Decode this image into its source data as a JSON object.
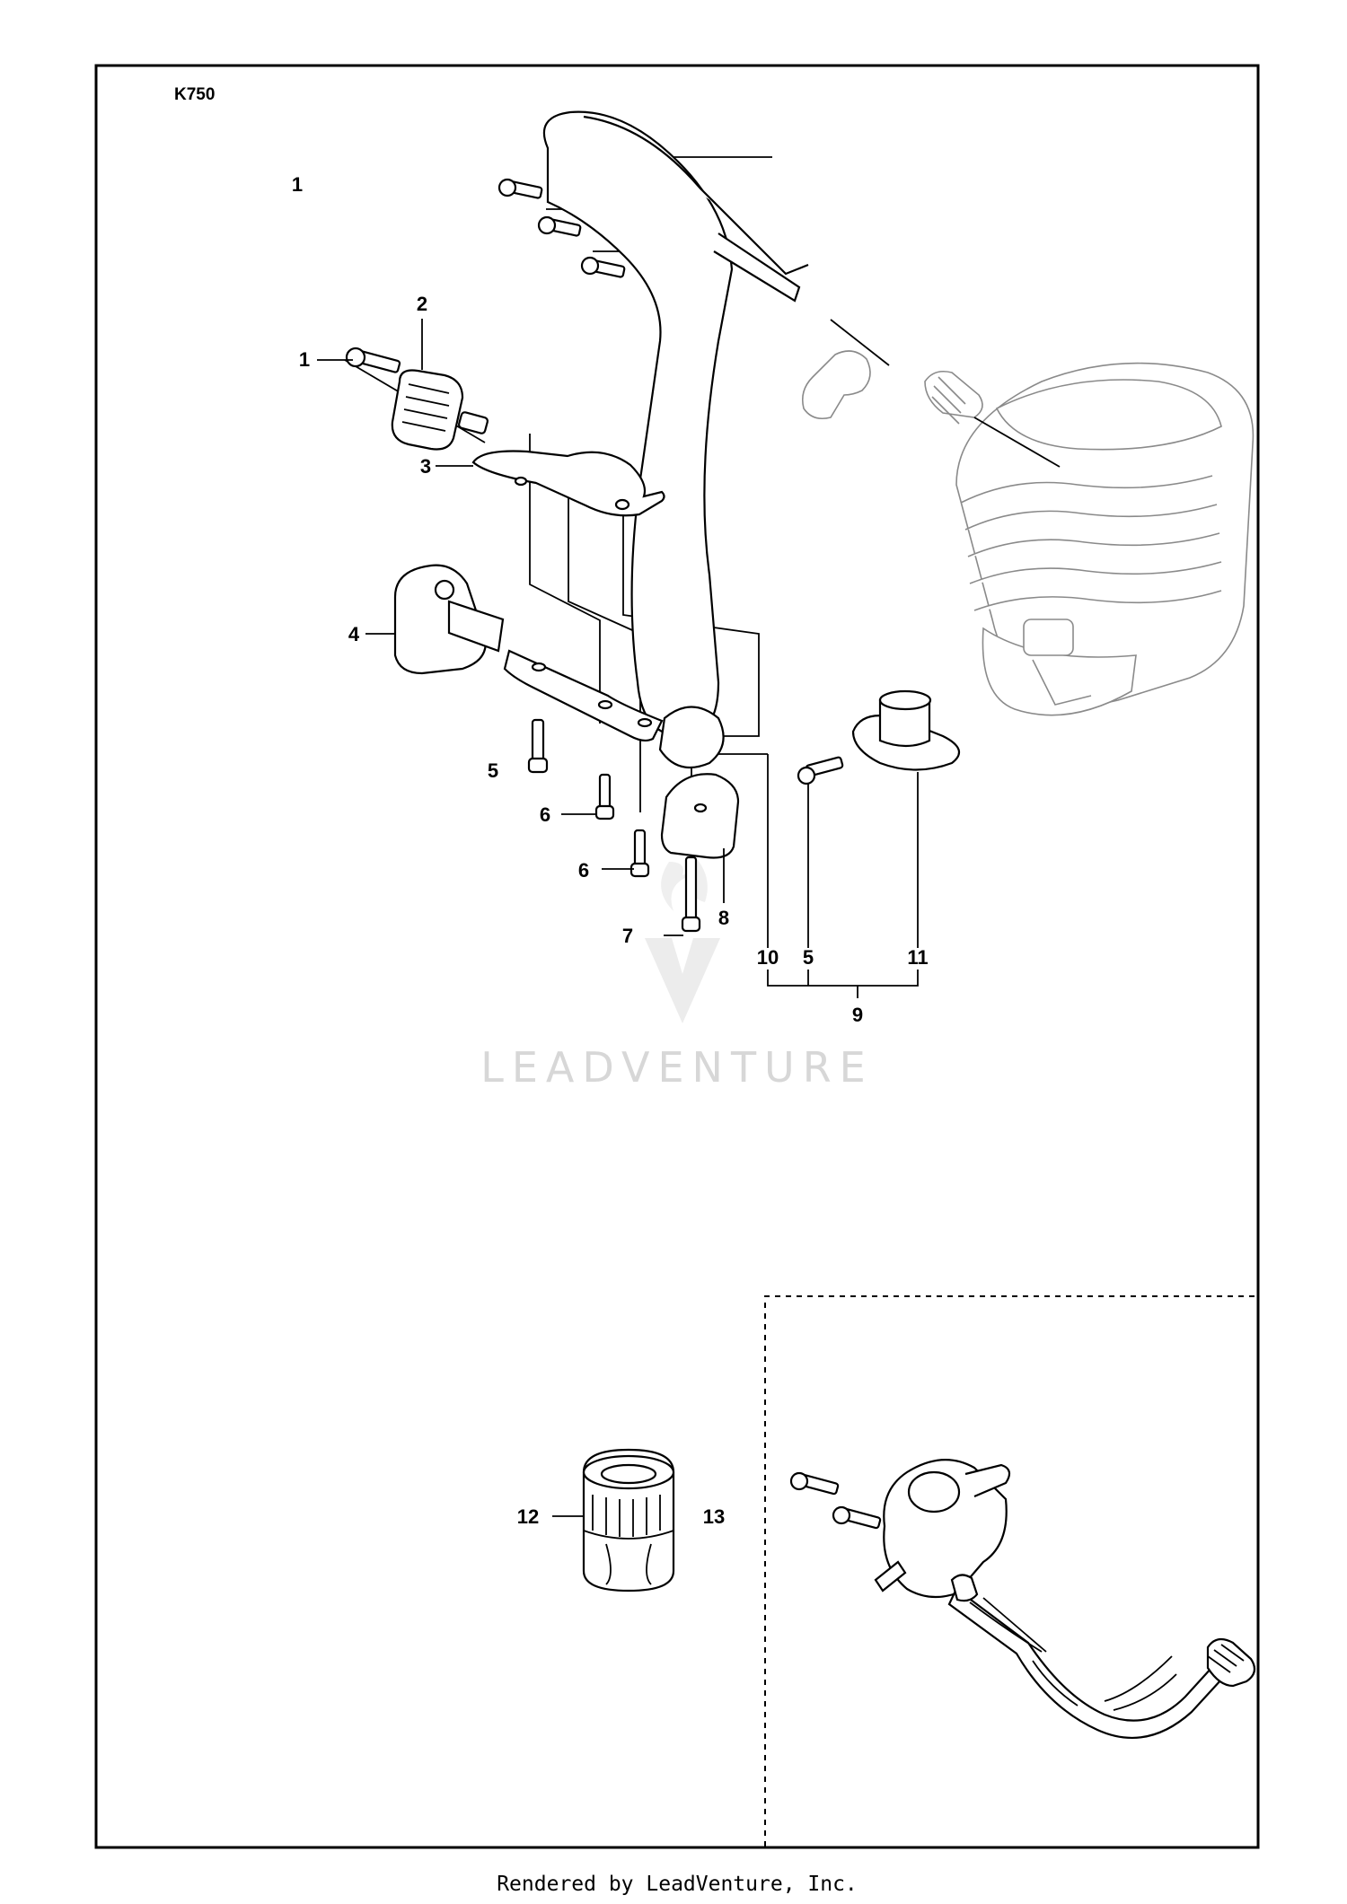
{
  "model": "K750",
  "labels": {
    "l1a": "1",
    "l1b": "1",
    "l2": "2",
    "l3": "3",
    "l4": "4",
    "l5a": "5",
    "l5b": "5",
    "l6a": "6",
    "l6b": "6",
    "l7": "7",
    "l8": "8",
    "l9": "9",
    "l10": "10",
    "l11": "11",
    "l12": "12",
    "l13": "13"
  },
  "watermark": "LEADVENTURE",
  "footer": "Rendered by LeadVenture, Inc."
}
